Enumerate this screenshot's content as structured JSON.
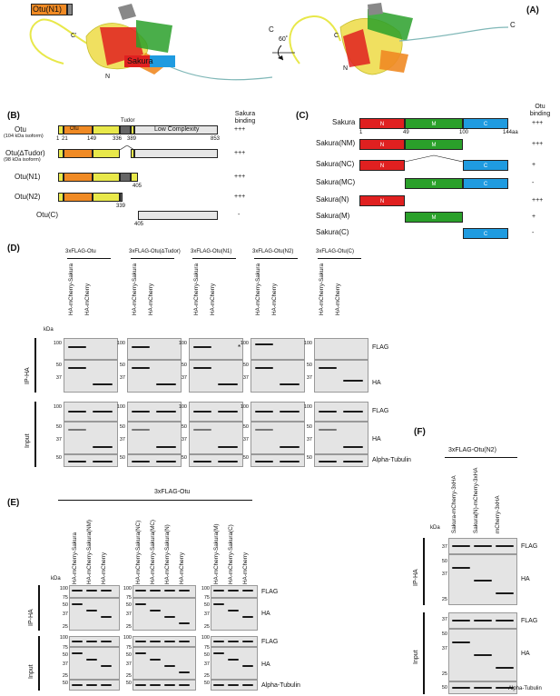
{
  "panelA": {
    "letter": "(A)",
    "otu_label": "Otu(N1)",
    "sakura_label": "Sakura",
    "c_left": "C",
    "c_left_inner": "C'",
    "n_left": "N",
    "rotation": "60˚",
    "c_right": "C",
    "c_right_inner": "C",
    "n_right": "N",
    "colors": {
      "yellow": "#e8e84a",
      "red": "#e02020",
      "green": "#2aa02a",
      "blue": "#1f9be0",
      "orange": "#f08a24",
      "gray": "#888888",
      "teal": "#7fb7b7"
    }
  },
  "panelB": {
    "letter": "(B)",
    "binding_header_1": "Sakura",
    "binding_header_2": "binding",
    "tudor": "Tudor",
    "otu_domain": "Otu",
    "low_complexity": "Low Complexity",
    "rows": [
      {
        "name": "Otu",
        "sub": "(104 kDa isoform)",
        "binding": "+++"
      },
      {
        "name": "Otu(∆Tudor)",
        "sub": "(98 kDa isoform)",
        "binding": "+++"
      },
      {
        "name": "Otu(N1)",
        "sub": "",
        "binding": "+++"
      },
      {
        "name": "Otu(N2)",
        "sub": "",
        "binding": "+++"
      },
      {
        "name": "Otu(C)",
        "sub": "",
        "binding": "-"
      }
    ],
    "ticks": [
      "1",
      "21",
      "149",
      "336",
      "389",
      "853"
    ],
    "n1_end": "405",
    "n2_end": "339",
    "c_start": "405"
  },
  "panelC": {
    "letter": "(C)",
    "binding_header_1": "Otu",
    "binding_header_2": "binding",
    "rows": [
      {
        "name": "Sakura",
        "binding": "+++"
      },
      {
        "name": "Sakura(NM)",
        "binding": "+++"
      },
      {
        "name": "Sakura(NC)",
        "binding": "+"
      },
      {
        "name": "Sakura(MC)",
        "binding": "-"
      },
      {
        "name": "Sakura(N)",
        "binding": "+++"
      },
      {
        "name": "Sakura(M)",
        "binding": "+"
      },
      {
        "name": "Sakura(C)",
        "binding": "-"
      }
    ],
    "seg_n": "N",
    "seg_m": "M",
    "seg_c": "C",
    "ticks": [
      "1",
      "49",
      "100",
      "144aa"
    ]
  },
  "panelD": {
    "letter": "(D)",
    "groups": [
      "3xFLAG-Otu",
      "3xFLAG-Otu(∆Tudor)",
      "3xFLAG-Otu(N1)",
      "3xFLAG-Otu(N2)",
      "3xFLAG-Otu(C)"
    ],
    "lanes": [
      "HA-mCherry-Sakura",
      "HA-mCherry"
    ],
    "kda": "kDa",
    "ip_label": "IP-HA",
    "input_label": "Input",
    "flag": "FLAG",
    "ha": "HA",
    "tubulin": "Alpha-Tubulin",
    "star": "*",
    "markers": {
      "m100": "100",
      "m50": "50",
      "m37": "37"
    }
  },
  "panelE": {
    "letter": "(E)",
    "header": "3xFLAG-Otu",
    "lanes_1": [
      "HA-mCherry-Sakura",
      "HA-mCherry-Sakura(NM)",
      "HA-mCherry"
    ],
    "lanes_2": [
      "HA-mCherry-Sakura(NC)",
      "HA-mCherry-Sakura(MC)",
      "HA-mCherry-Sakura(N)",
      "HA-mCherry"
    ],
    "lanes_3": [
      "HA-mCherry-Sakura(M)",
      "HA-mCherry-Sakura(C)",
      "HA-mCherry"
    ],
    "kda": "kDa",
    "ip_label": "IP-HA",
    "input_label": "Input",
    "flag": "FLAG",
    "ha": "HA",
    "tubulin": "Alpha-Tubulin",
    "markers": {
      "m100": "100",
      "m75": "75",
      "m50": "50",
      "m37": "37",
      "m25": "25"
    }
  },
  "panelF": {
    "letter": "(F)",
    "header": "3xFLAG-Otu(N2)",
    "lanes": [
      "Sakura-mCherry-3xHA",
      "Sakura(N)-mCherry-3xHA",
      "mCherry-3xHA"
    ],
    "kda": "kDa",
    "ip_label": "IP-HA",
    "input_label": "Input",
    "flag": "FLAG",
    "ha": "HA",
    "tubulin": "Alpha-Tubulin",
    "markers": {
      "m50": "50",
      "m37": "37",
      "m25": "25"
    }
  }
}
